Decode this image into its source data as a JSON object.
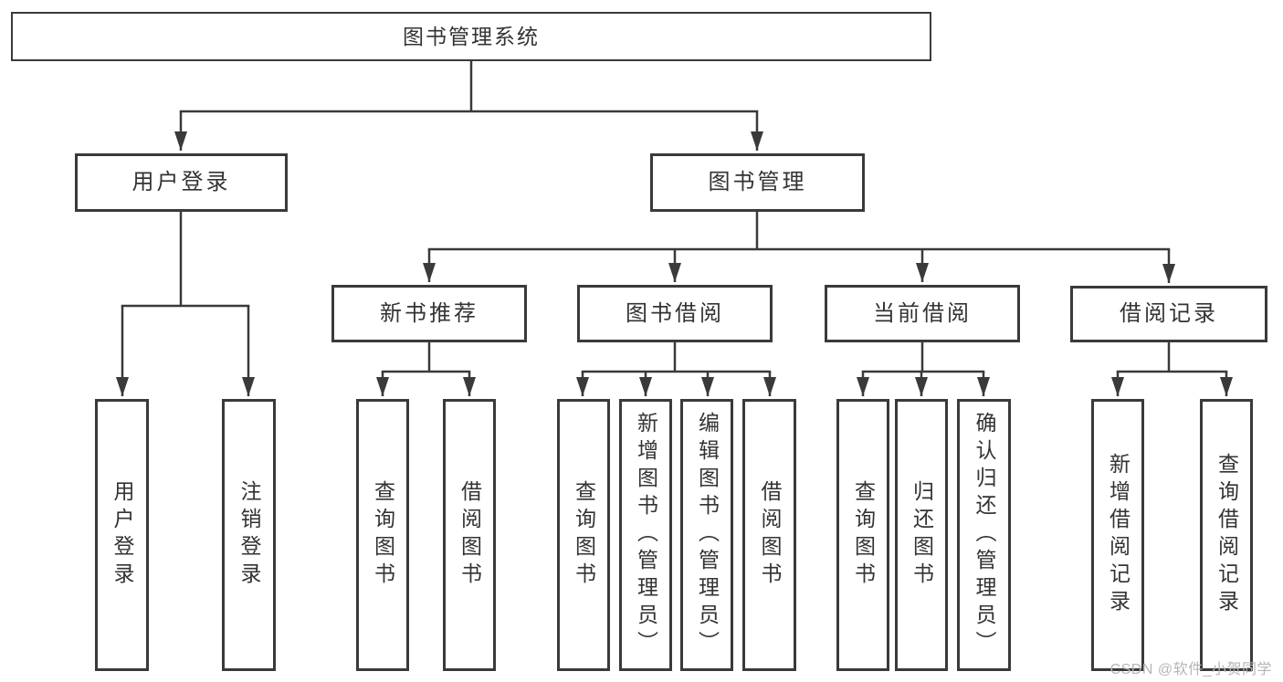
{
  "colors": {
    "line": "#3a3a3a",
    "box_border": "#3a3a3a",
    "text": "#333333",
    "background": "#ffffff",
    "watermark": "#b5b5b5"
  },
  "watermark": {
    "text": "CSDN @软件_小贺同学"
  },
  "tree": {
    "label": "图书管理系统",
    "children": [
      {
        "label": "用户登录",
        "children": [
          {
            "label": "用户登录"
          },
          {
            "label": "注销登录"
          }
        ]
      },
      {
        "label": "图书管理",
        "children": [
          {
            "label": "新书推荐",
            "children": [
              {
                "label": "查询图书"
              },
              {
                "label": "借阅图书"
              }
            ]
          },
          {
            "label": "图书借阅",
            "children": [
              {
                "label": "查询图书"
              },
              {
                "label": "新增图书（管理员）"
              },
              {
                "label": "编辑图书（管理员）"
              },
              {
                "label": "借阅图书"
              }
            ]
          },
          {
            "label": "当前借阅",
            "children": [
              {
                "label": "查询图书"
              },
              {
                "label": "归还图书"
              },
              {
                "label": "确认归还（管理员）"
              }
            ]
          },
          {
            "label": "借阅记录",
            "children": [
              {
                "label": "新增借阅记录"
              },
              {
                "label": "查询借阅记录"
              }
            ]
          }
        ]
      }
    ]
  }
}
